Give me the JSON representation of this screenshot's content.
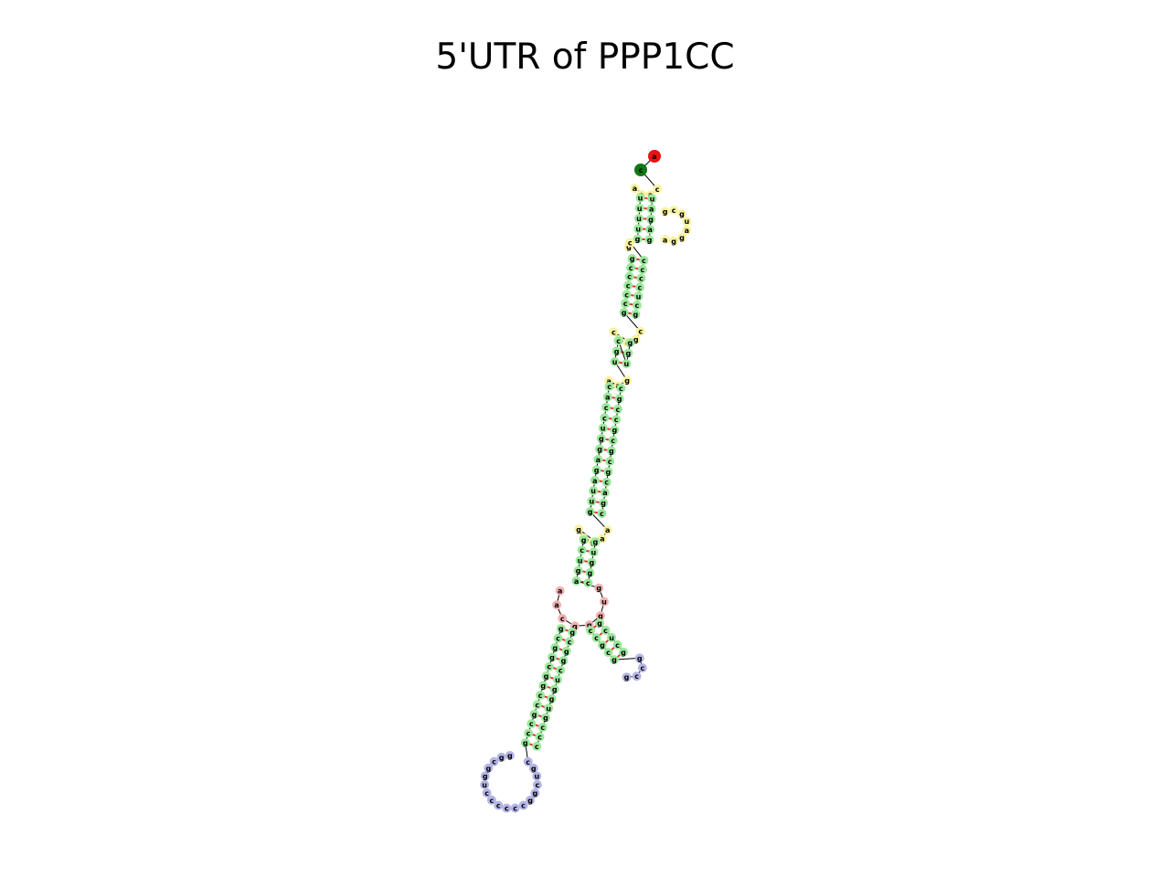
{
  "title": "5'UTR of PPP1CC",
  "structure": {
    "start_marker": "5' end (red)",
    "end_marker": "3' end (green)",
    "colors": {
      "stem": "#9be89b",
      "hairpin_loop": "#b5b5e6",
      "multiloop": "#f2b2b2",
      "interior_loop": "#f7f3a0",
      "five_prime": "#ee1111",
      "three_prime": "#117711",
      "backbone": "#000000",
      "base_pair": "#ee3333"
    },
    "sequence": "accaaauagaguuuuggcguaggagcccccucggcccccgcgcccggucgugaacgccgcgcgcagccaccuggagauugaagugguggcgcugagugggcaagcucgccgcggccggcggcuggugcccgcggcggccgccgcgucggccccccuggcgguucacgguugccgggaaauaagg"
  }
}
